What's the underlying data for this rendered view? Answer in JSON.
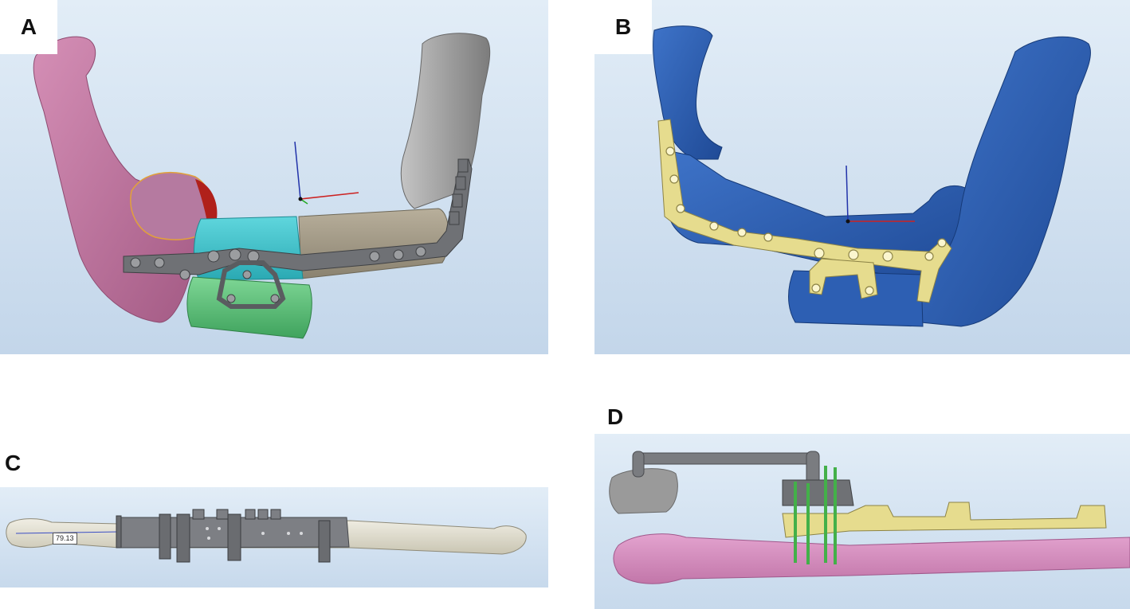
{
  "panels": {
    "a": {
      "label": "A"
    },
    "b": {
      "label": "B"
    },
    "c": {
      "label": "C",
      "measurement": "79.13"
    },
    "d": {
      "label": "D"
    }
  },
  "colors": {
    "viewport_bg_top": "#dbe8f4",
    "viewport_bg_bottom": "#c6d9ec",
    "mandible_pink": "#c77aa4",
    "mandible_gray": "#9a9a9a",
    "mandible_blue": "#2d5fb3",
    "segment_cyan": "#3cc6cf",
    "segment_green": "#5cc47a",
    "segment_tan": "#a39a86",
    "plate_gray": "#6f7175",
    "plate_yellow": "#e6dc8e",
    "tumor_red": "#b0201a",
    "bone_beige": "#e4e1d2",
    "fibula_pink": "#d28bbd",
    "pin_green": "#43b049"
  },
  "icons": {
    "axis_gizmo": "xyz-axis-icon"
  }
}
